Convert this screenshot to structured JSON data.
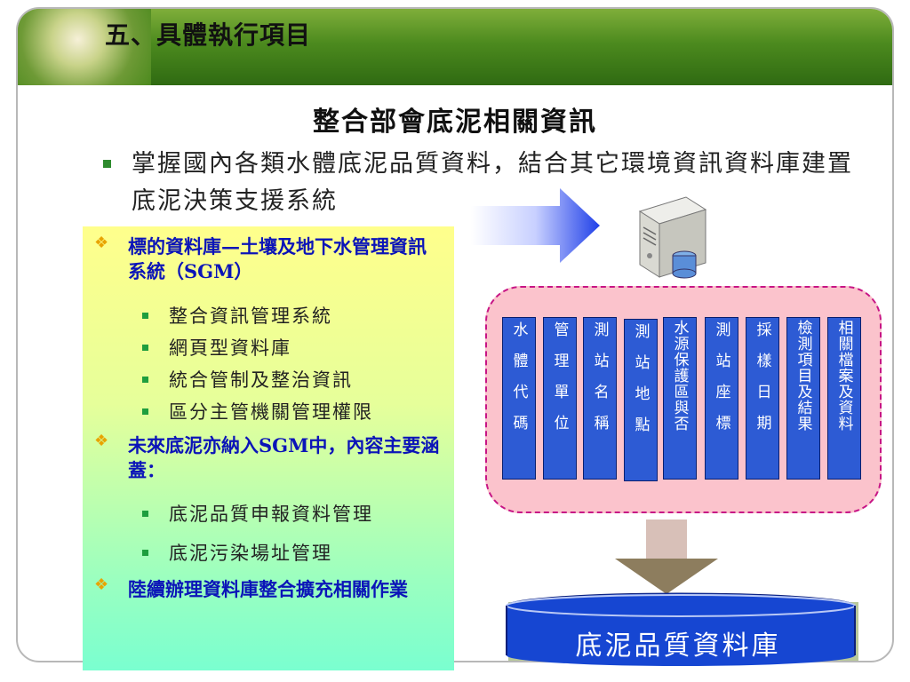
{
  "header": {
    "title": "五、具體執行項目"
  },
  "main_title": "整合部會底泥相關資訊",
  "intro": "掌握國內各類水體底泥品質資料，結合其它環境資訊資料庫建置底泥決策支援系統",
  "left_panel": {
    "item1": "標的資料庫—土壤及地下水管理資訊系統（SGM）",
    "item1_subs": [
      "整合資訊管理系統",
      "網頁型資料庫",
      "統合管制及整治資訊",
      "區分主管機關管理權限"
    ],
    "item2": "未來底泥亦納入SGM中，內容主要涵蓋：",
    "item2_subs": [
      "底泥品質申報資料管理",
      "底泥污染場址管理"
    ],
    "item3": "陸續辦理資料庫整合擴充相關作業"
  },
  "columns": [
    {
      "text": "水體代碼"
    },
    {
      "text": "管理單位"
    },
    {
      "text": "測站名稱"
    },
    {
      "text": "測站地點"
    },
    {
      "text": "水源保護區與否"
    },
    {
      "text": "測站座標"
    },
    {
      "text": "採樣日期"
    },
    {
      "text": "檢測項目及結果"
    },
    {
      "text": "相關檔案及資料"
    }
  ],
  "database_label": "底泥品質資料庫",
  "colors": {
    "header_green": "#4c8a1e",
    "column_blue": "#2d5bd4",
    "db_blue": "#1646d2",
    "pink_fill": "#fbc3cc",
    "dashed_border": "#c71585",
    "bullet_text_blue": "#0b14b8",
    "arrow_blue": "#2040e8"
  },
  "icons": {
    "server": "server-icon",
    "arrow_right": "arrow-right-icon",
    "arrow_down": "arrow-down-icon",
    "database": "database-icon"
  }
}
